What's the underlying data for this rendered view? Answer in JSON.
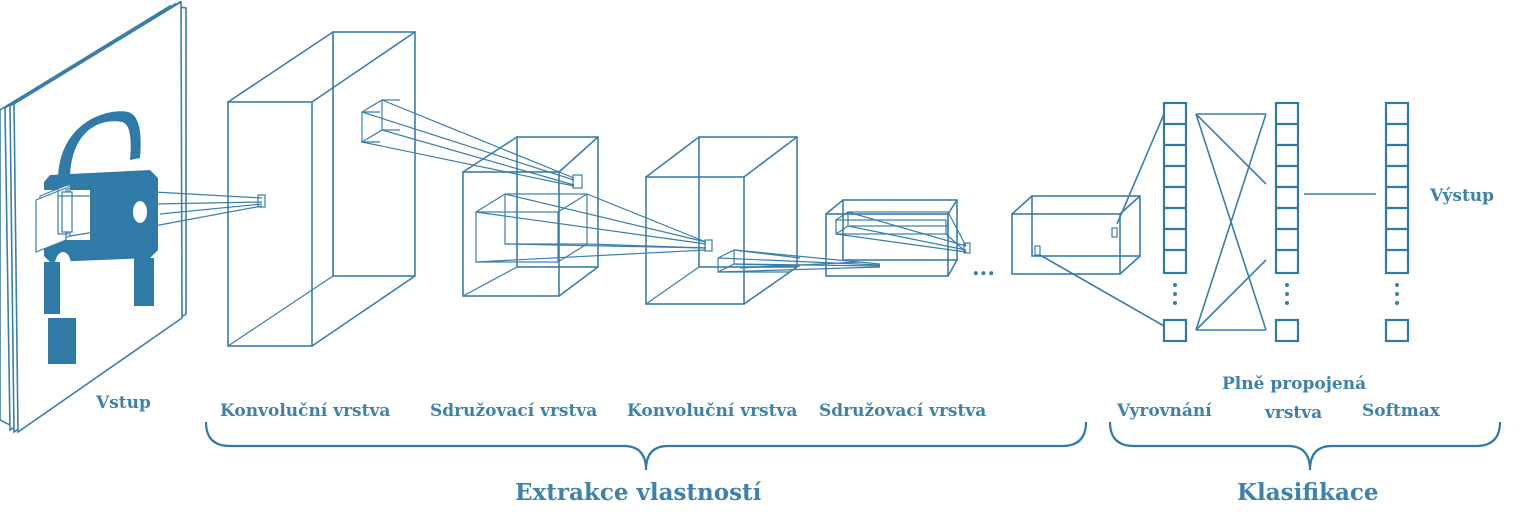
{
  "labels": {
    "input": "Vstup",
    "conv1": "Konvoluční vrstva",
    "pool1": "Sdružovací vrstva",
    "conv2": "Konvoluční vrstva",
    "pool2": "Sdružovací vrstva",
    "flatten": "Vyrovnání",
    "fc_line1": "Plně propojená",
    "fc_line2": "vrstva",
    "softmax": "Softmax",
    "output": "Výstup",
    "ellipsis": "...",
    "feature_extraction": "Extrakce vlastností",
    "classification": "Klasifikace"
  },
  "colors": {
    "line": "#3a7fa8",
    "text": "#3e82ab",
    "icon_fill": "#2f7aa6"
  },
  "icons": [
    "car-icon"
  ]
}
